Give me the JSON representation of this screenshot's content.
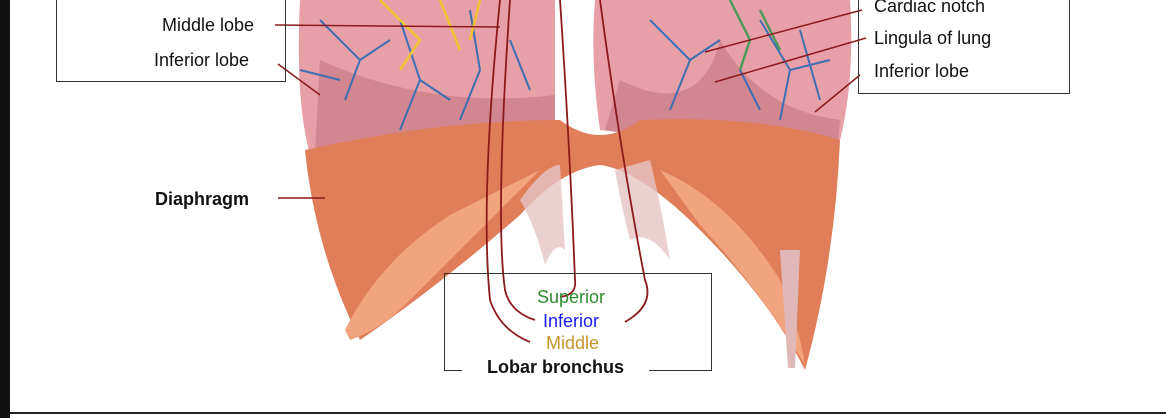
{
  "labels": {
    "middle_lobe_left": "Middle lobe",
    "inferior_lobe_left": "Inferior lobe",
    "cardiac_notch": "Cardiac notch",
    "lingula": "Lingula of lung",
    "inferior_lobe_right": "Inferior lobe",
    "diaphragm": "Diaphragm",
    "lobar_bronchus": "Lobar bronchus"
  },
  "bronchus_types": [
    {
      "label": "Superior",
      "color": "#2e8b2e"
    },
    {
      "label": "Inferior",
      "color": "#1a1aff"
    },
    {
      "label": "Middle",
      "color": "#c8962a"
    }
  ],
  "colors": {
    "lung_pink": "#e8a0a8",
    "lung_shadow": "#c97a86",
    "diaphragm_orange": "#e07e5a",
    "diaphragm_light": "#f2a47e",
    "bronchus_line": "#8b1a1a",
    "vessel_blue": "#3f6fb0",
    "vessel_yellow": "#f2c232",
    "vessel_green": "#4d9a5a"
  }
}
